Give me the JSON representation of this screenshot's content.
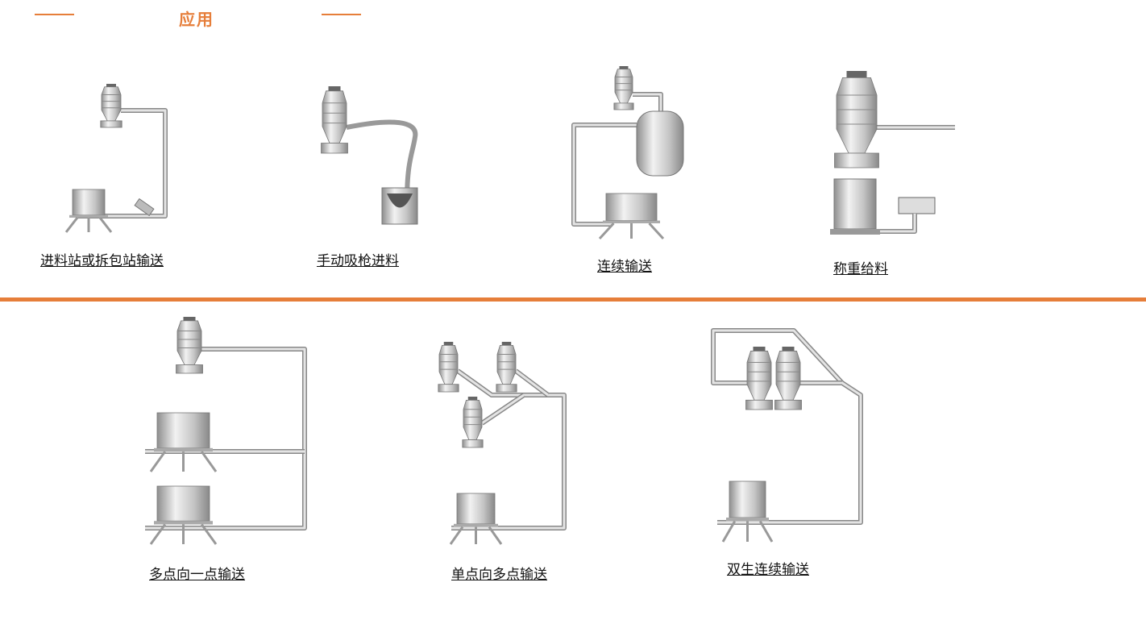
{
  "header": {
    "title": "应用"
  },
  "colors": {
    "accent": "#e67e3a",
    "metal": "#c8c8c8",
    "pipe": "#b0b0b0"
  },
  "applications": [
    {
      "label": "进料站或拆包站输送"
    },
    {
      "label": "手动吸枪进料"
    },
    {
      "label": "连续输送"
    },
    {
      "label": "称重给料"
    },
    {
      "label": "多点向一点输送"
    },
    {
      "label": "单点向多点输送"
    },
    {
      "label": "双生连续输送"
    }
  ]
}
